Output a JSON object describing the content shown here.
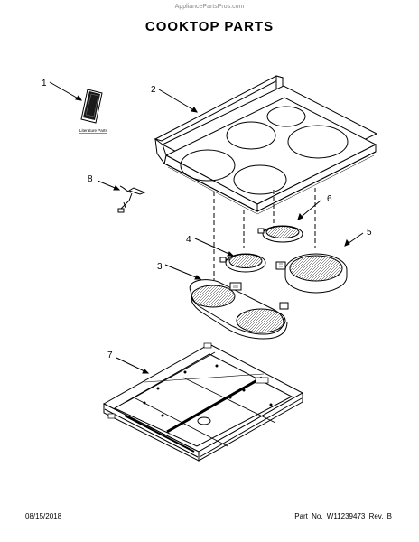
{
  "watermark": "AppliancePartsPros.com",
  "title": "COOKTOP PARTS",
  "literature_label": "Literature Parts",
  "footer": {
    "date": "08/15/2018",
    "part_no": "Part No.  W11239473  Rev. B"
  },
  "callouts": [
    "1",
    "2",
    "3",
    "4",
    "5",
    "6",
    "7",
    "8"
  ]
}
